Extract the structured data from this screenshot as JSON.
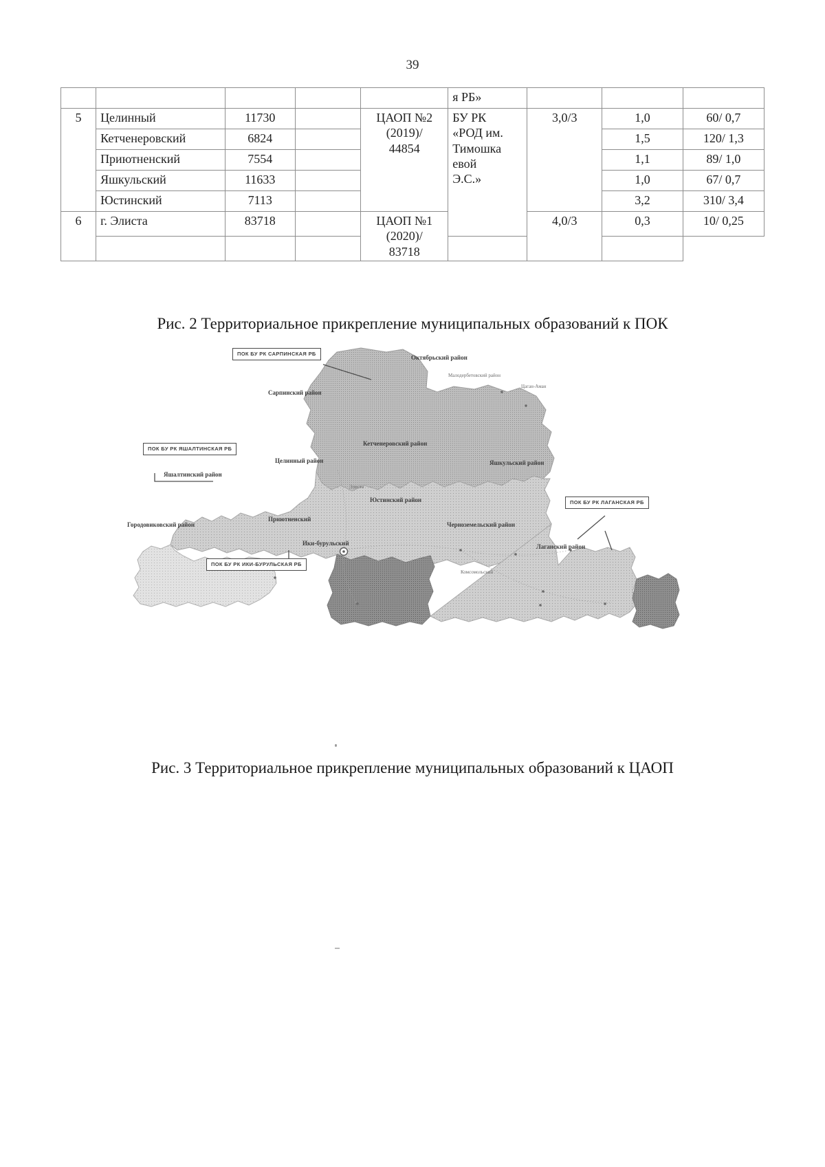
{
  "page": {
    "number": "39"
  },
  "table": {
    "rows": [
      {
        "num": "5",
        "entries": [
          {
            "name": "Целинный",
            "population": "11730",
            "blank": "",
            "a": "1,0",
            "b": "60/ 0,7"
          },
          {
            "name": "Кетченеровский",
            "population": "6824",
            "blank": "",
            "a": "1,5",
            "b": "120/ 1,3"
          },
          {
            "name": "Приютненский",
            "population": "7554",
            "blank": "",
            "a": "1,1",
            "b": "89/ 1,0"
          },
          {
            "name": "Яшкульский",
            "population": "11633",
            "blank": "",
            "a": "1,0",
            "b": "67/ 0,7"
          },
          {
            "name": "Юстинский",
            "population": "7113",
            "blank": "",
            "a": "3,2",
            "b": "310/ 3,4"
          }
        ],
        "caop": "ЦАОП №2 (2019)/ 44854",
        "caop_lines": [
          "ЦАОП №2",
          "(2019)/",
          "44854"
        ],
        "org_lines": [
          "БУ РК",
          "«РОД им.",
          "Тимошка",
          "евой",
          "Э.С.»"
        ],
        "ratio": "3,0/3"
      },
      {
        "num": "6",
        "entries": [
          {
            "name": "г. Элиста",
            "population": "83718",
            "blank": "",
            "a": "0,3",
            "b": "10/ 0,25"
          }
        ],
        "caop_lines": [
          "ЦАОП №1",
          "(2020)/",
          "83718"
        ],
        "ratio": "4,0/3"
      }
    ],
    "header_fragment": "я РБ»"
  },
  "figures": [
    {
      "id": "fig-2",
      "caption": "Рис. 2 Территориальное прикрепление муниципальных образований к ПОК",
      "callouts": [
        "ПОК БУ РК САРПИНСКАЯ РБ",
        "ПОК БУ РК ЯШАЛТИНСКАЯ РБ",
        "ПОК БУ РК ИКИ-БУРУЛЬСКАЯ РБ",
        "ПОК БУ РК ЛАГАНСКАЯ РБ"
      ],
      "map_labels": [
        "Октябрьский район",
        "Малодербетовский район",
        "Сарпинский район",
        "Кетченеровский район",
        "Целинный район",
        "Яшкульский район",
        "Юстинский район",
        "Яшалтинский район",
        "Городовиковский район",
        "Приютненский",
        "Ики-бурульский",
        "Черноземельский район",
        "Лаганский район",
        "Комсомольский",
        "Цаган-Аман",
        "Элиста"
      ]
    },
    {
      "id": "fig-3",
      "caption": "Рис. 3 Территориальное прикрепление муниципальных образований к ЦАОП"
    }
  ]
}
